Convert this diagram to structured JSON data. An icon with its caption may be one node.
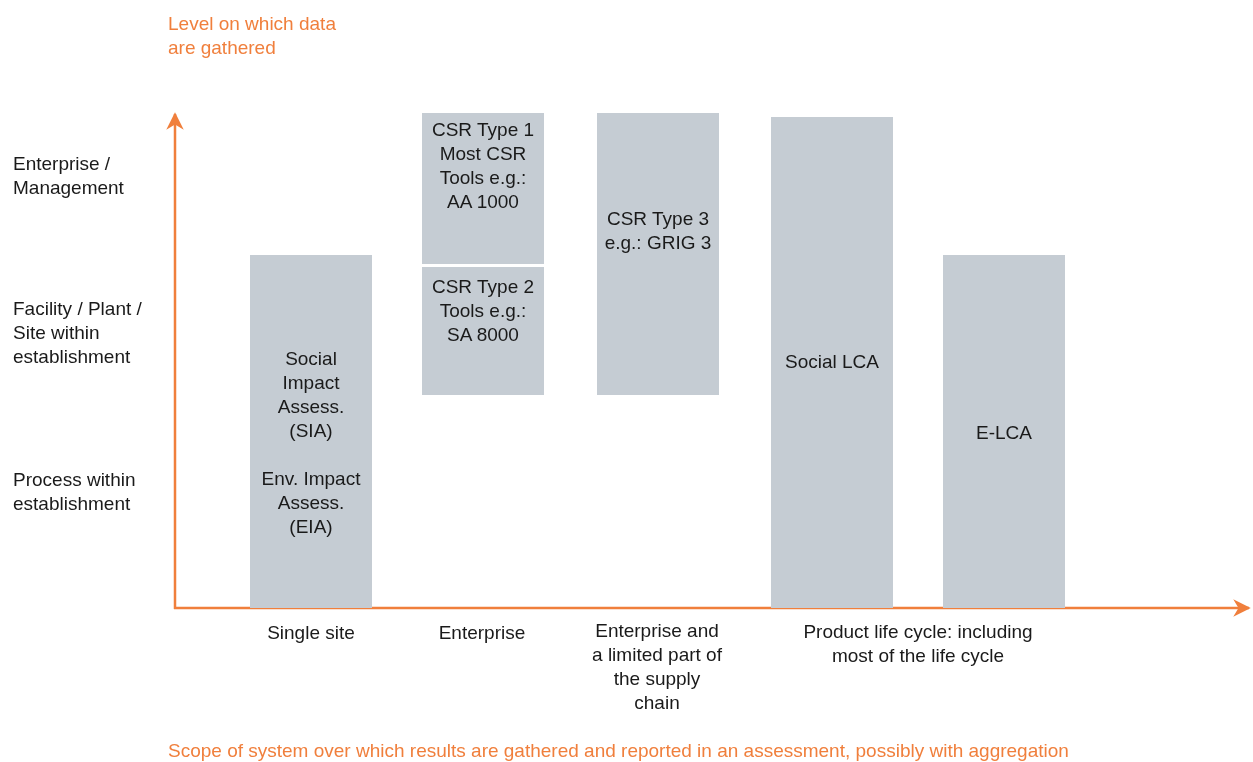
{
  "diagram": {
    "nodes": [
      {
        "text": [
          "Social Impact Assess. (SIA)",
          "Env. Impact Assess. (EIA)"
        ]
      },
      {
        "text": [
          "CSR Type 1 Most CSR Tools e.g.: AA 1000"
        ]
      },
      {
        "text": [
          "CSR Type 2 Tools e.g.: SA 8000"
        ]
      },
      {
        "text": [
          "CSR Type 3 e.g.: GRIG 3"
        ]
      },
      {
        "text": [
          "Social LCA"
        ]
      },
      {
        "text": [
          "E-LCA"
        ]
      }
    ],
    "labels": [
      "Level on which data are gathered",
      "Enterprise / Management",
      "Facility / Plant / Site within establishment",
      "Process within establishment",
      "Single site",
      "Enterprise",
      "Enterprise and a limited part of the supply chain",
      "Product life cycle: including most of the life cycle",
      "Scope of system over which results are gathered and reported in an assessment, possibly with aggregation"
    ]
  }
}
